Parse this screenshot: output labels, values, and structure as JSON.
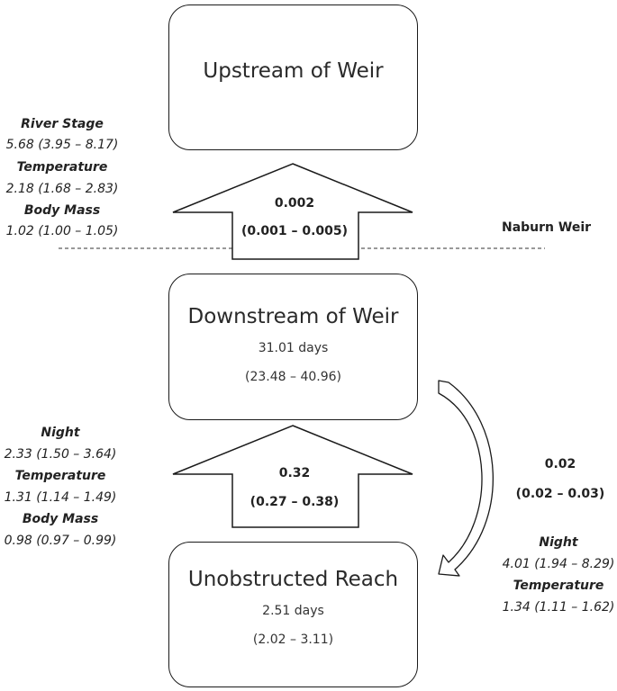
{
  "boxes": {
    "upstream": {
      "title": "Upstream of Weir"
    },
    "downstream": {
      "title": "Downstream of Weir",
      "duration": "31.01 days",
      "interval": "(23.48 – 40.96)"
    },
    "unobstructed": {
      "title": "Unobstructed Reach",
      "duration": "2.51 days",
      "interval": "(2.02 – 3.11)"
    }
  },
  "weir_label": "Naburn Weir",
  "arrows": {
    "upper": {
      "rate": "0.002",
      "interval": "(0.001 – 0.005)"
    },
    "lower": {
      "rate": "0.32",
      "interval": "(0.27 – 0.38)"
    },
    "curved": {
      "rate": "0.02",
      "interval": "(0.02 – 0.03)"
    }
  },
  "covariates": {
    "upper": [
      {
        "name": "River Stage",
        "value": "5.68 (3.95 – 8.17)"
      },
      {
        "name": "Temperature",
        "value": "2.18 (1.68 – 2.83)"
      },
      {
        "name": "Body Mass",
        "value": "1.02 (1.00 – 1.05)"
      }
    ],
    "lower": [
      {
        "name": "Night",
        "value": "2.33 (1.50 – 3.64)"
      },
      {
        "name": "Temperature",
        "value": "1.31 (1.14 – 1.49)"
      },
      {
        "name": "Body Mass",
        "value": "0.98 (0.97 – 0.99)"
      }
    ],
    "curved": [
      {
        "name": "Night",
        "value": "4.01 (1.94 – 8.29)"
      },
      {
        "name": "Temperature",
        "value": "1.34 (1.11 – 1.62)"
      }
    ]
  }
}
